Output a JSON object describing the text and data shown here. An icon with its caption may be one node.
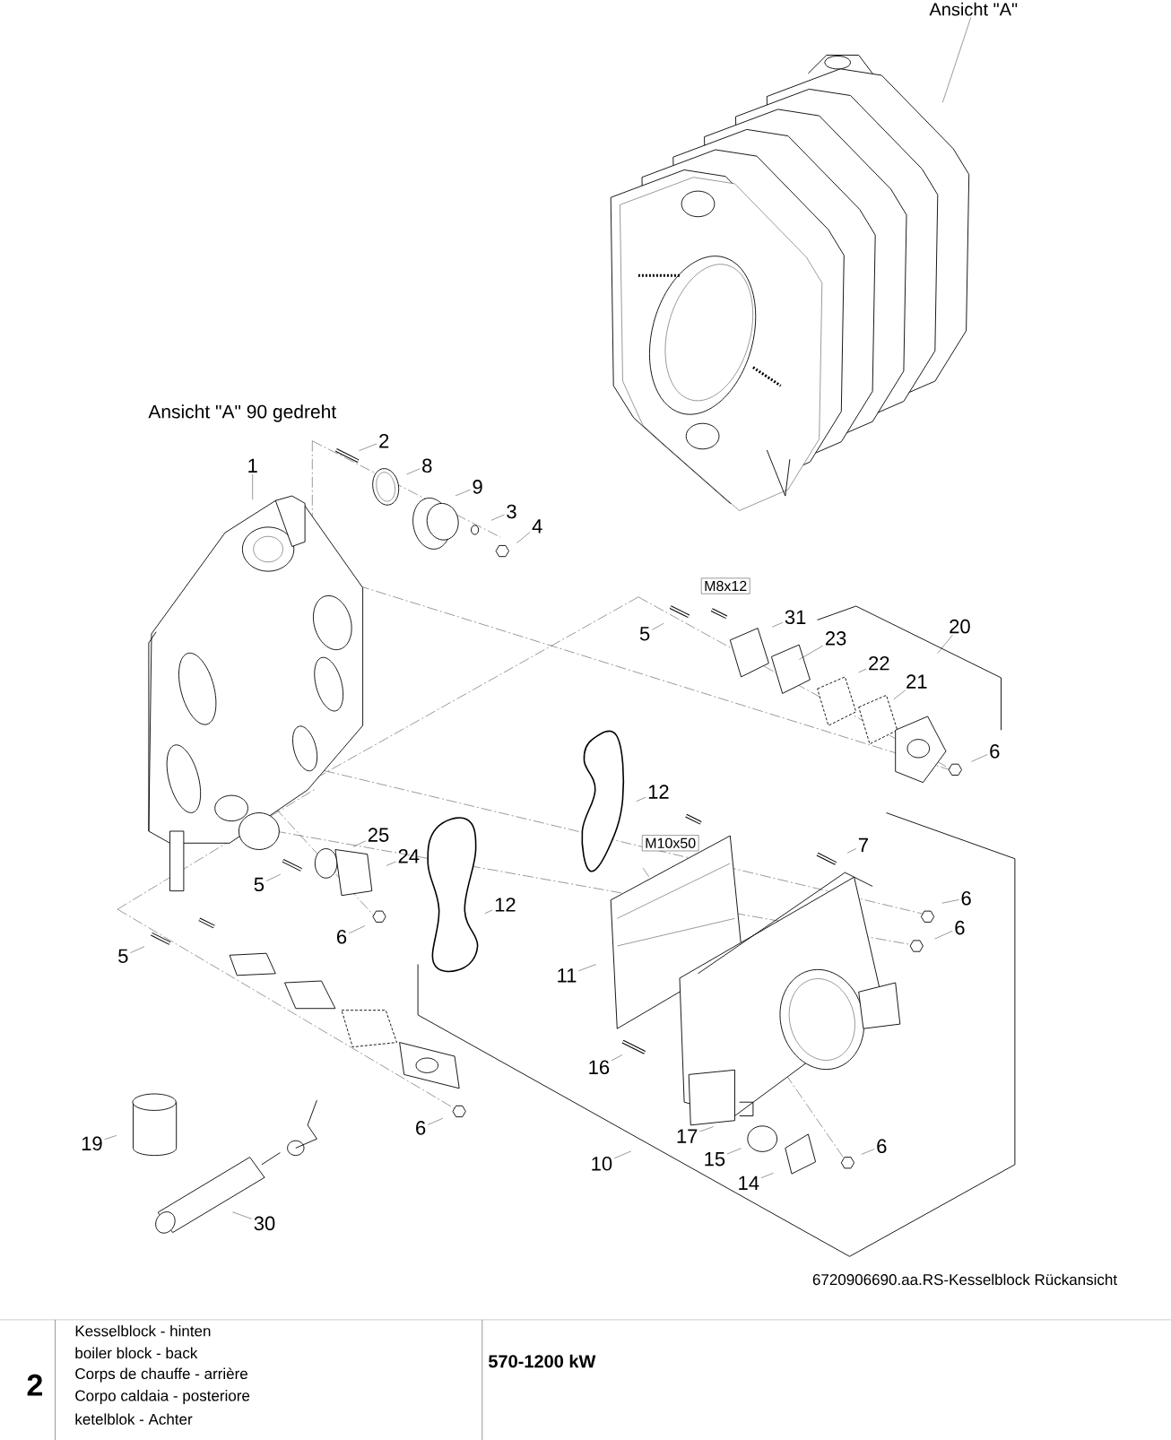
{
  "diagram": {
    "caption": "6720906690.aa.RS-Kesselblock Rückansicht",
    "nodes": [
      {
        "text": [
          "Ansicht \"A\""
        ]
      },
      {
        "text": [
          "2"
        ]
      },
      {
        "text": [
          "1"
        ]
      },
      {
        "text": [
          "8"
        ]
      },
      {
        "text": [
          "9"
        ]
      },
      {
        "text": [
          "3"
        ]
      },
      {
        "text": [
          "4"
        ]
      },
      {
        "text": [
          "31"
        ]
      },
      {
        "text": [
          "20"
        ]
      },
      {
        "text": [
          "5"
        ]
      },
      {
        "text": [
          "23"
        ]
      },
      {
        "text": [
          "22"
        ]
      },
      {
        "text": [
          "21"
        ]
      },
      {
        "text": [
          "6"
        ]
      },
      {
        "text": [
          "12"
        ]
      },
      {
        "text": [
          "25"
        ]
      },
      {
        "text": [
          "7"
        ]
      },
      {
        "text": [
          "24"
        ]
      },
      {
        "text": [
          "5"
        ]
      },
      {
        "text": [
          "6"
        ]
      },
      {
        "text": [
          "12"
        ]
      },
      {
        "text": [
          "6"
        ]
      },
      {
        "text": [
          "6"
        ]
      },
      {
        "text": [
          "5"
        ]
      },
      {
        "text": [
          "11"
        ]
      },
      {
        "text": [
          "16"
        ]
      },
      {
        "text": [
          "6"
        ]
      },
      {
        "text": [
          "17"
        ]
      },
      {
        "text": [
          "19"
        ]
      },
      {
        "text": [
          "6"
        ]
      },
      {
        "text": [
          "15"
        ]
      },
      {
        "text": [
          "10"
        ]
      },
      {
        "text": [
          "14"
        ]
      },
      {
        "text": [
          "30"
        ]
      }
    ],
    "edges": [
      {
        "from": 0,
        "to": null,
        "arrow": "none"
      },
      {
        "from": 1,
        "to": null,
        "arrow": "none"
      },
      {
        "from": 2,
        "to": null,
        "arrow": "none"
      },
      {
        "from": 3,
        "to": null,
        "arrow": "none"
      },
      {
        "from": 4,
        "to": null,
        "arrow": "none"
      },
      {
        "from": 5,
        "to": null,
        "arrow": "none"
      },
      {
        "from": 6,
        "to": null,
        "arrow": "none"
      },
      {
        "from": 7,
        "to": null,
        "arrow": "none"
      },
      {
        "from": 8,
        "to": null,
        "arrow": "none"
      },
      {
        "from": 9,
        "to": null,
        "arrow": "none"
      },
      {
        "from": 10,
        "to": null,
        "arrow": "none"
      },
      {
        "from": 11,
        "to": null,
        "arrow": "none"
      },
      {
        "from": 12,
        "to": null,
        "arrow": "none"
      },
      {
        "from": 13,
        "to": null,
        "arrow": "none"
      },
      {
        "from": 14,
        "to": null,
        "arrow": "none"
      },
      {
        "from": 15,
        "to": null,
        "arrow": "none"
      },
      {
        "from": 16,
        "to": null,
        "arrow": "none"
      },
      {
        "from": 17,
        "to": null,
        "arrow": "none"
      },
      {
        "from": 18,
        "to": null,
        "arrow": "none"
      },
      {
        "from": 19,
        "to": null,
        "arrow": "none"
      },
      {
        "from": 20,
        "to": null,
        "arrow": "none"
      },
      {
        "from": 21,
        "to": null,
        "arrow": "none"
      },
      {
        "from": 22,
        "to": null,
        "arrow": "none"
      },
      {
        "from": 23,
        "to": null,
        "arrow": "none"
      },
      {
        "from": 24,
        "to": null,
        "arrow": "none"
      },
      {
        "from": 25,
        "to": null,
        "arrow": "none"
      },
      {
        "from": 26,
        "to": null,
        "arrow": "none"
      },
      {
        "from": 27,
        "to": null,
        "arrow": "none"
      },
      {
        "from": 28,
        "to": null,
        "arrow": "none"
      },
      {
        "from": 29,
        "to": null,
        "arrow": "none"
      },
      {
        "from": 30,
        "to": null,
        "arrow": "none"
      },
      {
        "from": 31,
        "to": null,
        "arrow": "none"
      },
      {
        "from": 32,
        "to": null,
        "arrow": "none"
      },
      {
        "from": 33,
        "to": null,
        "arrow": "none"
      }
    ],
    "labels": [
      "Ansicht \"A\" 90 gedreht",
      "M8x12",
      "M10x50",
      "2",
      "Kesselblock - hinten",
      "boiler block - back",
      "Corps de chauffe - arrière",
      "Corpo caldaia - posteriore",
      "ketelblok - Achter",
      "570-1200 kW"
    ]
  }
}
